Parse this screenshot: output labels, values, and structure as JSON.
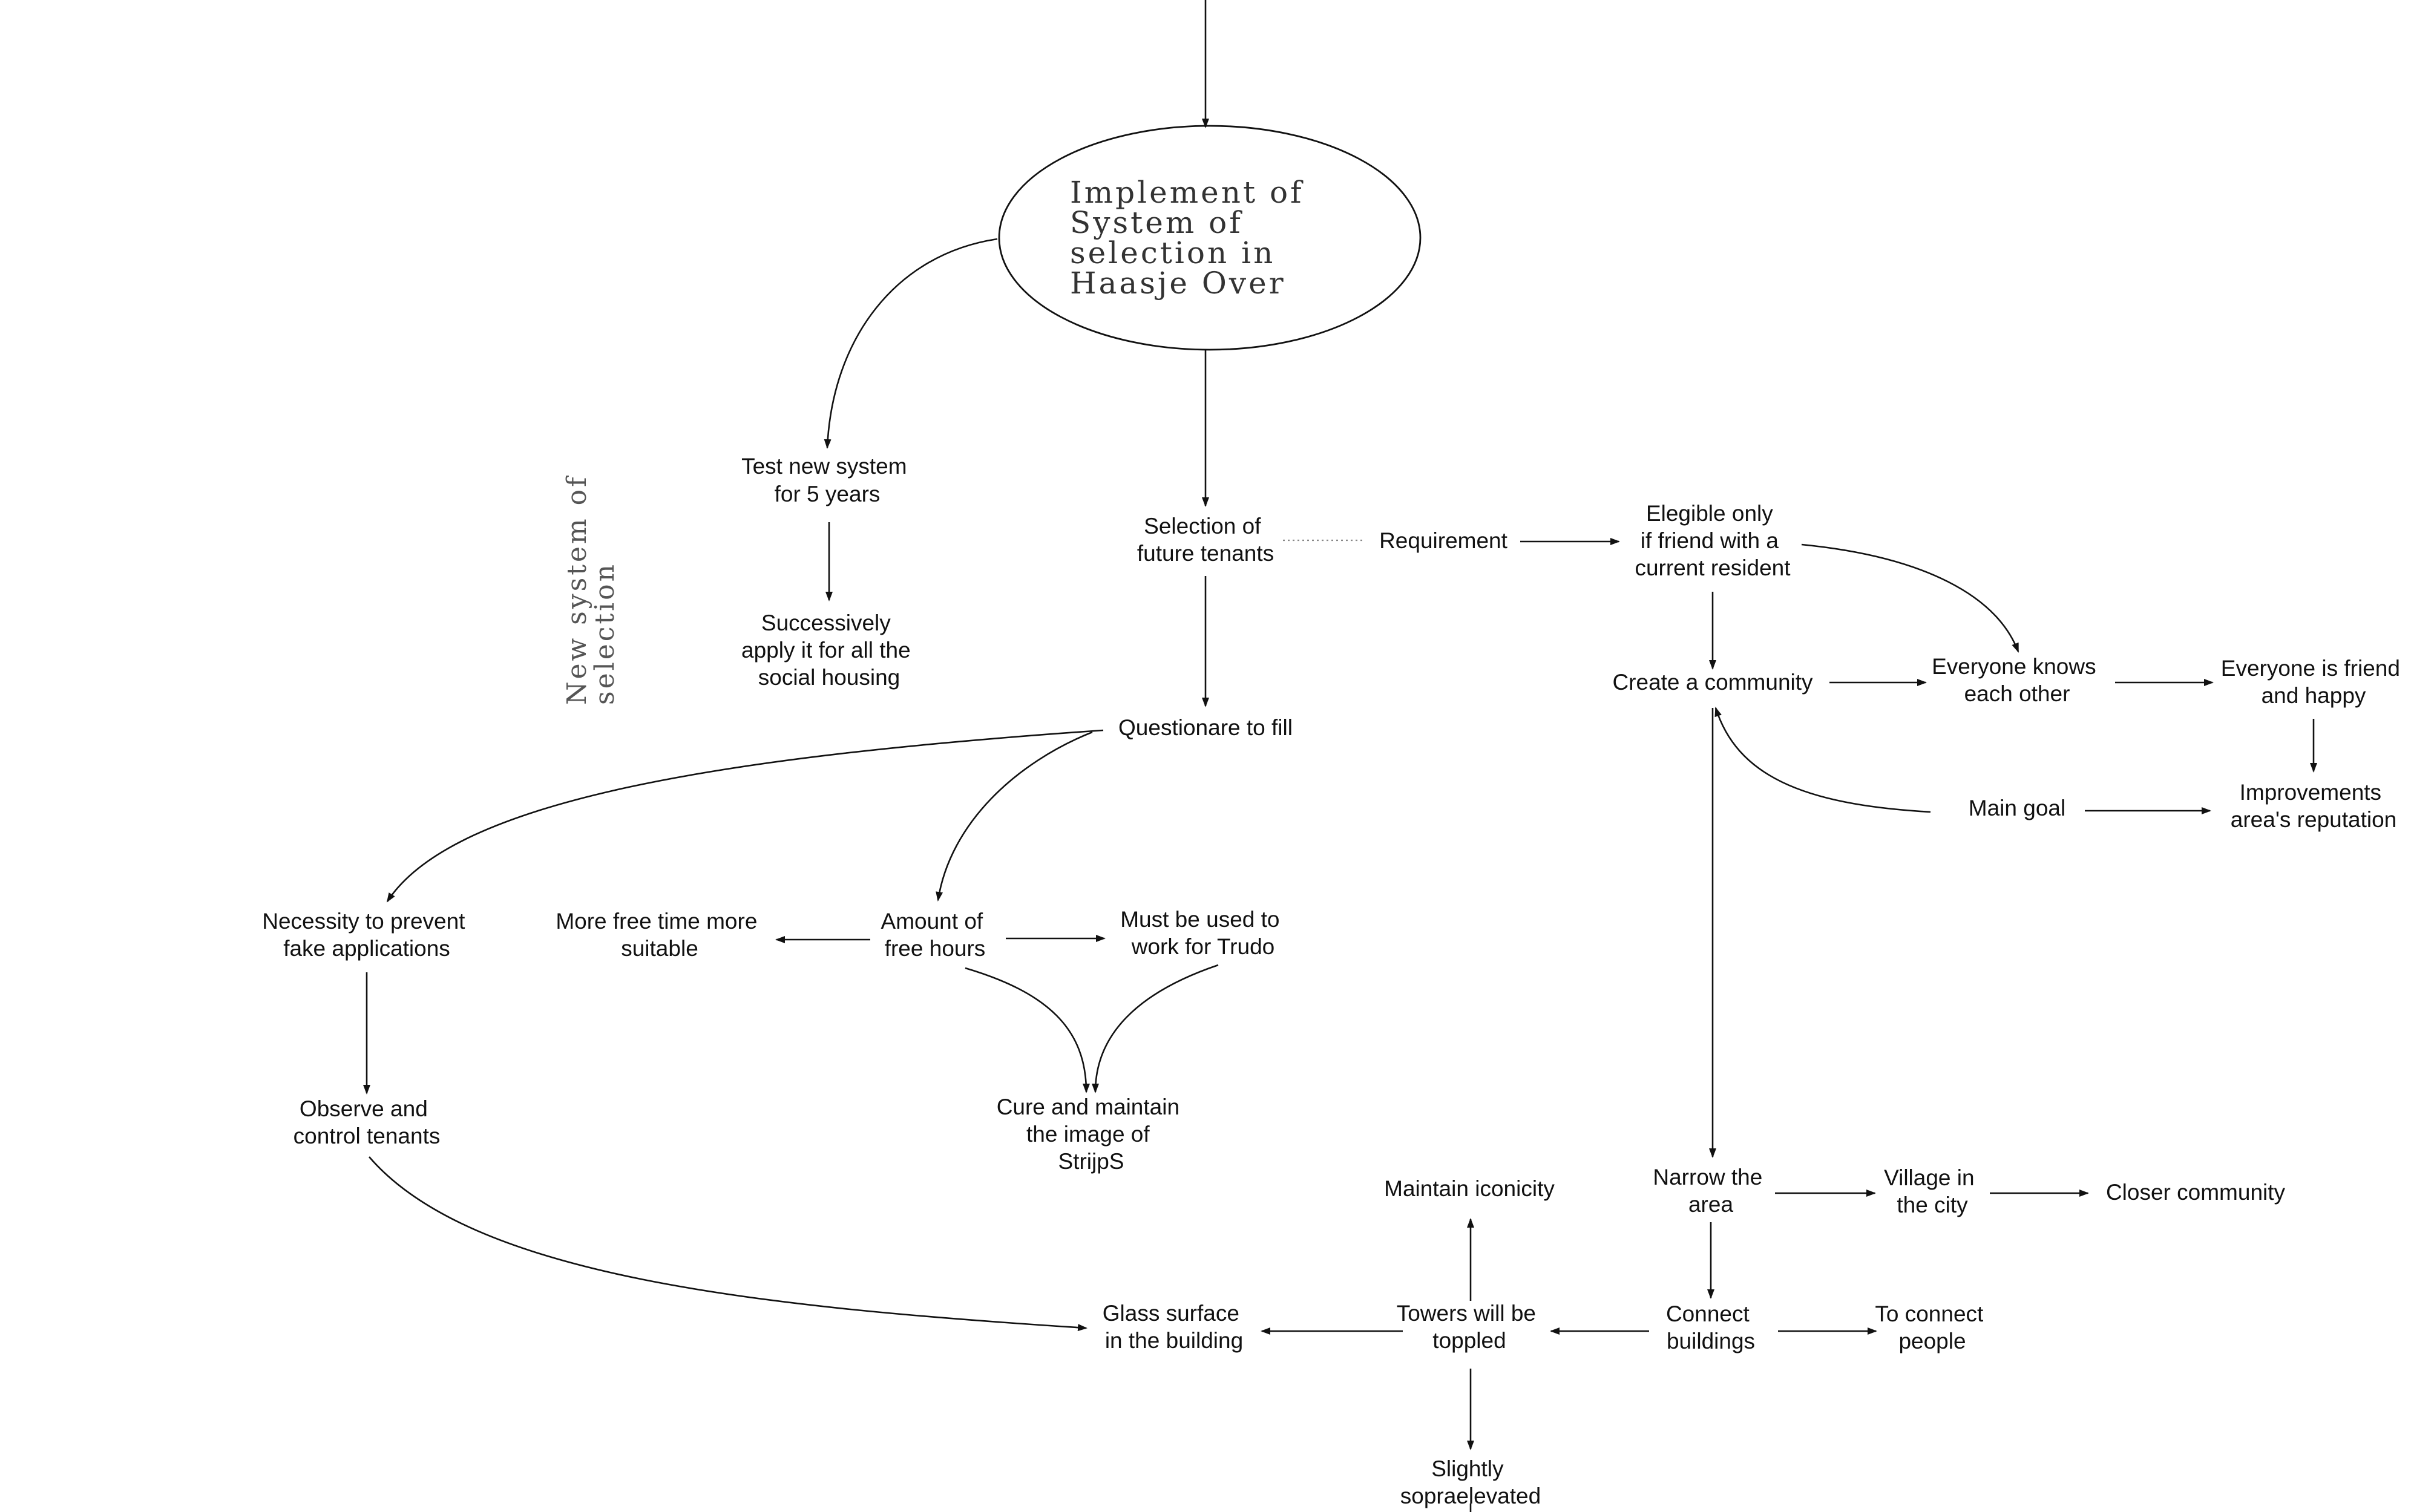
{
  "diagram": {
    "center": [
      "Implement of",
      "System of",
      "selection in",
      "Haasje Over"
    ],
    "side_label": [
      "New system of",
      "selection"
    ],
    "nodes": {
      "test": [
        "Test new system",
        "for 5 years"
      ],
      "apply": [
        "Successively",
        "apply it for all the",
        "social housing"
      ],
      "selection": [
        "Selection of",
        "future tenants"
      ],
      "requirement": [
        "Requirement"
      ],
      "eligible": [
        "Elegible only",
        "if friend with a",
        "current resident"
      ],
      "community": [
        "Create a community"
      ],
      "everyone_knows": [
        "Everyone knows",
        "each other"
      ],
      "everyone_friend": [
        "Everyone is friend",
        "and happy"
      ],
      "main_goal": [
        "Main goal"
      ],
      "improvements": [
        "Improvements",
        "area's reputation"
      ],
      "questionare": [
        "Questionare to fill"
      ],
      "necessity": [
        "Necessity to prevent",
        "fake applications"
      ],
      "observe": [
        "Observe and",
        "control tenants"
      ],
      "free_time": [
        "More free time more",
        "suitable"
      ],
      "amount": [
        "Amount of",
        "free hours"
      ],
      "must_work": [
        "Must be used to",
        "work for Trudo"
      ],
      "cure": [
        "Cure and maintain",
        "the image of",
        "StrijpS"
      ],
      "iconicity": [
        "Maintain iconicity"
      ],
      "narrow": [
        "Narrow the",
        "area"
      ],
      "village": [
        "Village in",
        "the city"
      ],
      "closer": [
        "Closer community"
      ],
      "glass": [
        "Glass surface",
        "in the building"
      ],
      "towers": [
        "Towers will be",
        "toppled"
      ],
      "connect_buildings": [
        "Connect",
        "buildings"
      ],
      "connect_people": [
        "To connect",
        "people"
      ],
      "slightly": [
        "Slightly",
        "sopraelevated"
      ]
    }
  }
}
